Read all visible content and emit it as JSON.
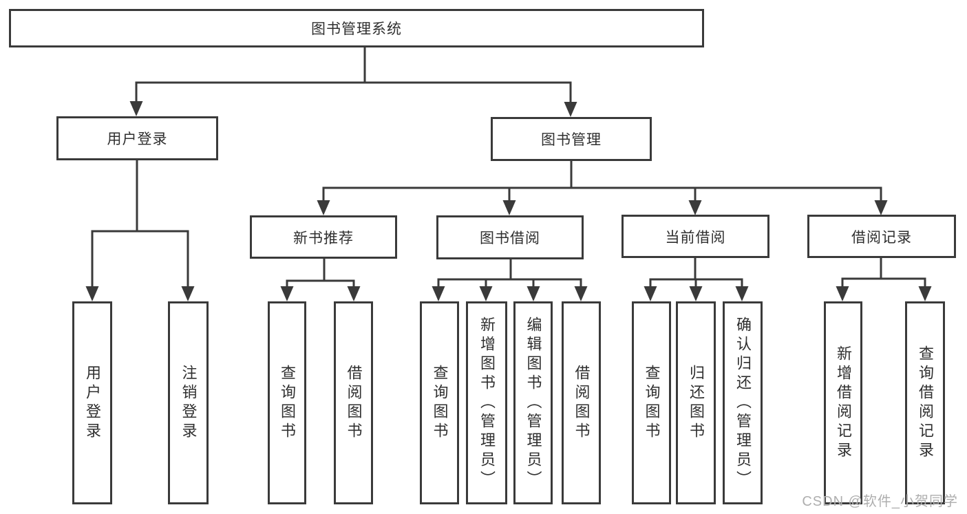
{
  "diagram_type": "tree",
  "colors": {
    "line": "#3a3a3a",
    "node_border": "#3a3a3a",
    "node_fill": "#ffffff",
    "text": "#2f2f2f",
    "watermark": "#aeaeae",
    "background": "#ffffff"
  },
  "watermark": "CSDN @软件_小贺同学",
  "tree": {
    "label": "图书管理系统",
    "children": [
      {
        "label": "用户登录",
        "children": [
          {
            "label": "用户登录"
          },
          {
            "label": "注销登录"
          }
        ]
      },
      {
        "label": "图书管理",
        "children": [
          {
            "label": "新书推荐",
            "children": [
              {
                "label": "查询图书"
              },
              {
                "label": "借阅图书"
              }
            ]
          },
          {
            "label": "图书借阅",
            "children": [
              {
                "label": "查询图书"
              },
              {
                "label": "新增图书（管理员）"
              },
              {
                "label": "编辑图书（管理员）"
              },
              {
                "label": "借阅图书"
              }
            ]
          },
          {
            "label": "当前借阅",
            "children": [
              {
                "label": "查询图书"
              },
              {
                "label": "归还图书"
              },
              {
                "label": "确认归还（管理员）"
              }
            ]
          },
          {
            "label": "借阅记录",
            "children": [
              {
                "label": "新增借阅记录"
              },
              {
                "label": "查询借阅记录"
              }
            ]
          }
        ]
      }
    ]
  }
}
